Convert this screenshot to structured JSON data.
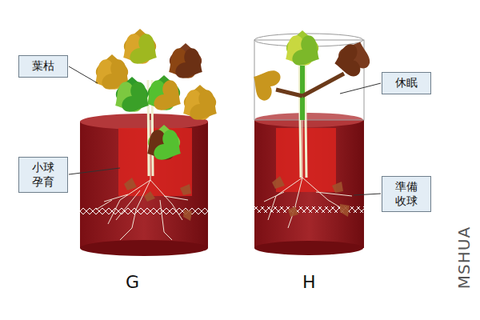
{
  "diagram": {
    "nodes": [
      {
        "text": [
          "葉枯"
        ]
      },
      {
        "text": [
          "小球孕育"
        ]
      },
      {
        "text": [
          "休眠"
        ]
      },
      {
        "text": [
          "準備收球"
        ]
      }
    ],
    "labels": [
      "G",
      "H",
      "MSHUA"
    ]
  }
}
